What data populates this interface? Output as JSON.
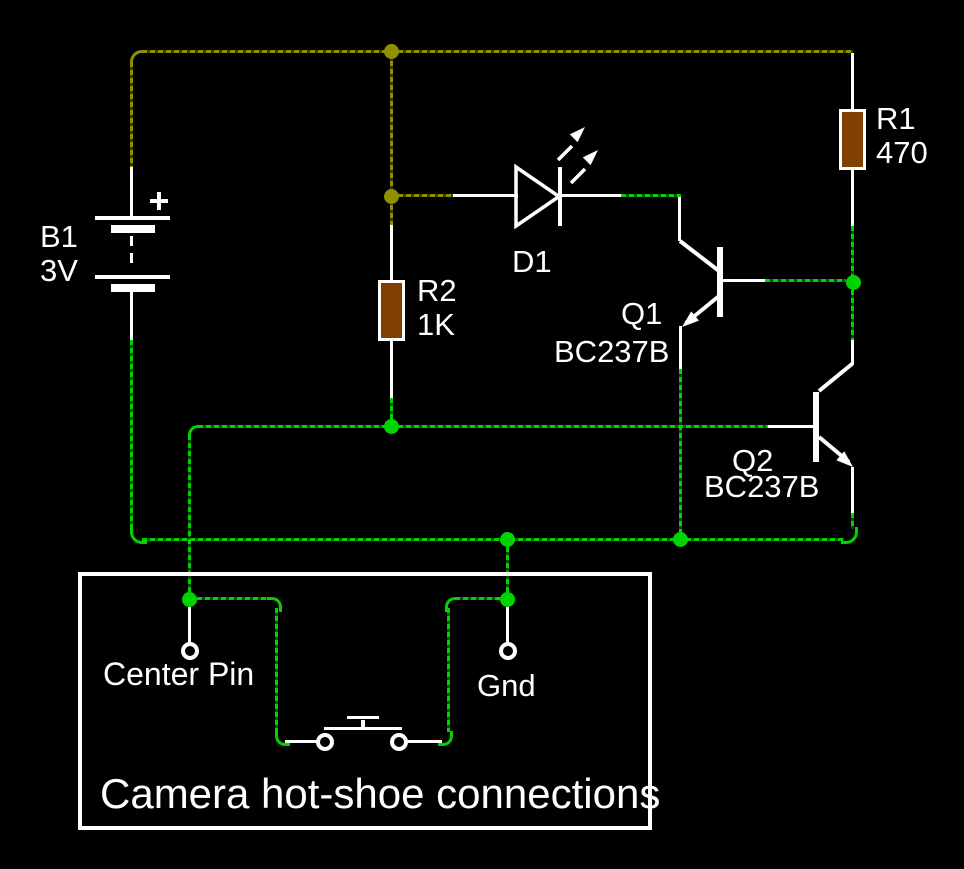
{
  "components": {
    "b1": {
      "ref": "B1",
      "value": "3V",
      "plus": "+"
    },
    "r1": {
      "ref": "R1",
      "value": "470"
    },
    "r2": {
      "ref": "R2",
      "value": "1K"
    },
    "d1": {
      "ref": "D1"
    },
    "q1": {
      "ref": "Q1",
      "part": "BC237B"
    },
    "q2": {
      "ref": "Q2",
      "part": "BC237B"
    }
  },
  "hot_shoe": {
    "center_pin": "Center Pin",
    "gnd": "Gnd",
    "caption": "Camera hot-shoe connections"
  },
  "colors": {
    "background": "#000000",
    "wire_white": "#ffffff",
    "wire_green": "#00d400",
    "wire_green_dim": "#005200",
    "wire_olive": "#8f8f00",
    "wire_olive_dim": "#3c3c00",
    "junction_green": "#00d400",
    "junction_olive": "#8f8f00",
    "resistor_body": "#7f4000",
    "text": "#ffffff"
  }
}
